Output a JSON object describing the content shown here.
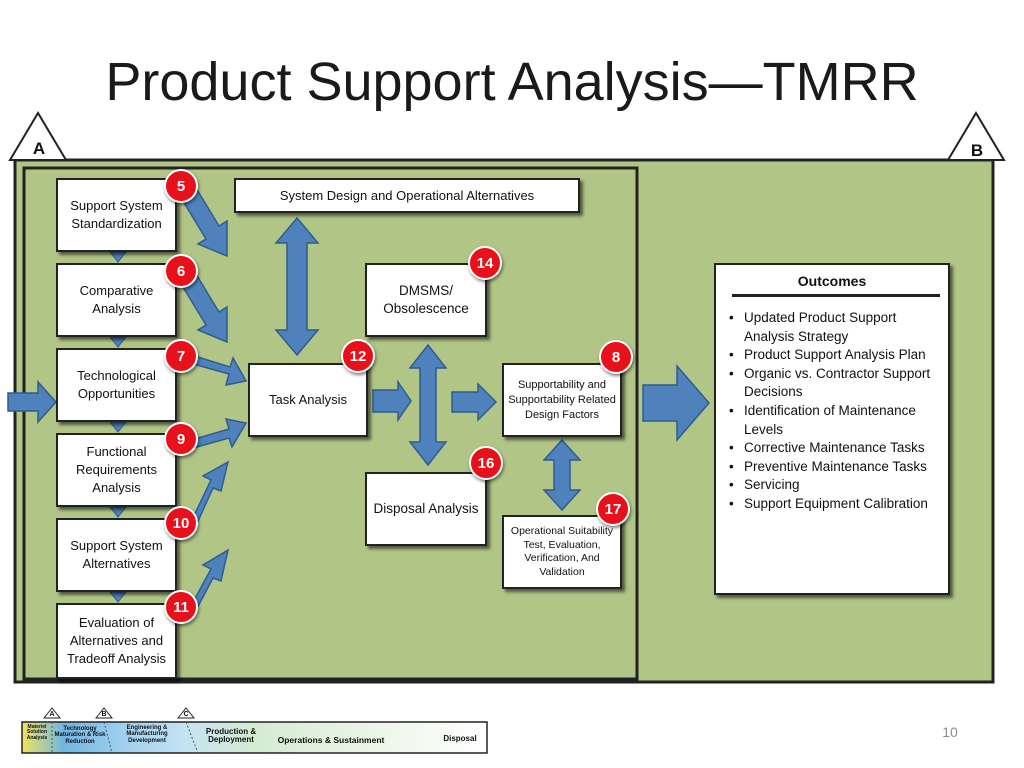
{
  "title": "Product Support Analysis—TMRR",
  "milestones": {
    "a": "A",
    "b": "B"
  },
  "inputs": [
    {
      "label": "Support System Standardization",
      "badge": "5"
    },
    {
      "label": "Comparative Analysis",
      "badge": "6"
    },
    {
      "label": "Technological Opportunities",
      "badge": "7"
    },
    {
      "label": "Functional Requirements Analysis",
      "badge": "9"
    },
    {
      "label": "Support System Alternatives",
      "badge": "10"
    },
    {
      "label": "Evaluation of Alternatives and Tradeoff Analysis",
      "badge": "11"
    }
  ],
  "system_design": "System Design and Operational Alternatives",
  "task_analysis": {
    "label": "Task Analysis",
    "badge": "12"
  },
  "dmsms": {
    "label": "DMSMS/ Obsolescence",
    "badge": "14"
  },
  "disposal_analysis": {
    "label": "Disposal Analysis",
    "badge": "16"
  },
  "supportability": {
    "label": "Supportability and Supportability Related Design Factors",
    "badge": "8"
  },
  "operational": {
    "label": "Operational Suitability Test, Evaluation, Verification, And Validation",
    "badge": "17"
  },
  "outcomes": {
    "title": "Outcomes",
    "items": [
      "Updated Product Support Analysis Strategy",
      "Product Support Analysis Plan",
      "Organic vs. Contractor Support Decisions",
      "Identification of Maintenance Levels",
      "Corrective Maintenance Tasks",
      "Preventive Maintenance Tasks",
      "Servicing",
      "Support Equipment Calibration"
    ]
  },
  "lifecycle": {
    "milestones": [
      "A",
      "B",
      "C"
    ],
    "phases": [
      "Materiel Solution Analysis",
      "Technology Maturation & Risk Reduction",
      "Engineering & Manufacturing Development",
      "Production & Deployment",
      "Operations & Sustainment",
      "Disposal"
    ]
  },
  "page_number": "10",
  "colors": {
    "panel_green": "#b1c587",
    "arrow_blue": "#4f81bd",
    "arrow_outline": "#2f5d8c",
    "badge_red": "#e8101a"
  }
}
